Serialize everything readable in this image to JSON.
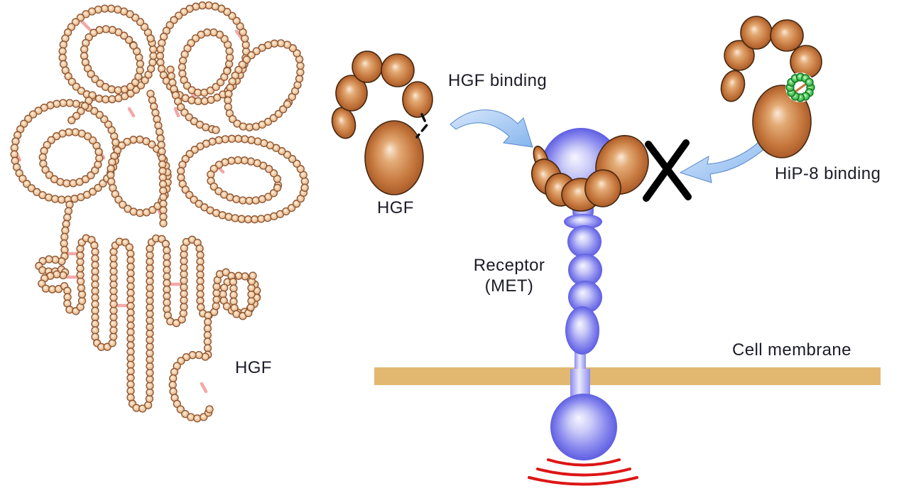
{
  "labels": {
    "hgf_binding": "HGF binding",
    "hip8_binding": "HiP-8 binding",
    "hgf_structure": "HGF",
    "hgf_molecule": "HGF",
    "receptor_line1": "Receptor",
    "receptor_line2": "(MET)",
    "cell_membrane": "Cell membrane",
    "blocked_symbol": "✕"
  },
  "icons": {
    "hgf_binding_arrow": "curved-arrow-right-icon",
    "hip8_binding_arrow": "curved-arrow-left-icon",
    "blocked": "x-cross-icon",
    "hip8_ring": "green-macrocycle-ring-icon",
    "signal": "signal-waves-icon"
  },
  "palette": {
    "background": "#ffffff",
    "bead_hi": "#fdf4e8",
    "bead_fill": "#f5d6b4",
    "bead_lo": "#e2b183",
    "bead_stroke": "#8a5230",
    "link_pink": "#f2a8a8",
    "brown_hi": "#fbe9d8",
    "brown_mid": "#e3aa75",
    "brown_lo": "#c4763c",
    "brown_edge": "#aa5c2b",
    "brown_stroke": "#46280f",
    "blue_hi": "#f6f6ff",
    "blue_mid2": "#c9c9f8",
    "blue_mid": "#8c8cef",
    "blue_lo": "#5e5ee2",
    "blue_pale": "#eaeafc",
    "green_hi": "#f0fdea",
    "green_mid": "#74dd7c",
    "green_lo": "#26a238",
    "green_stroke": "#0f7020",
    "membrane": "#e2b870",
    "arrow_light": "#d7e7fb",
    "arrow_dark": "#85b5ee",
    "arrow_stroke": "#5588cc",
    "x_black": "#000000",
    "signal_red": "#dd1515",
    "text": "#1c1c28",
    "linker_black": "#111111"
  }
}
